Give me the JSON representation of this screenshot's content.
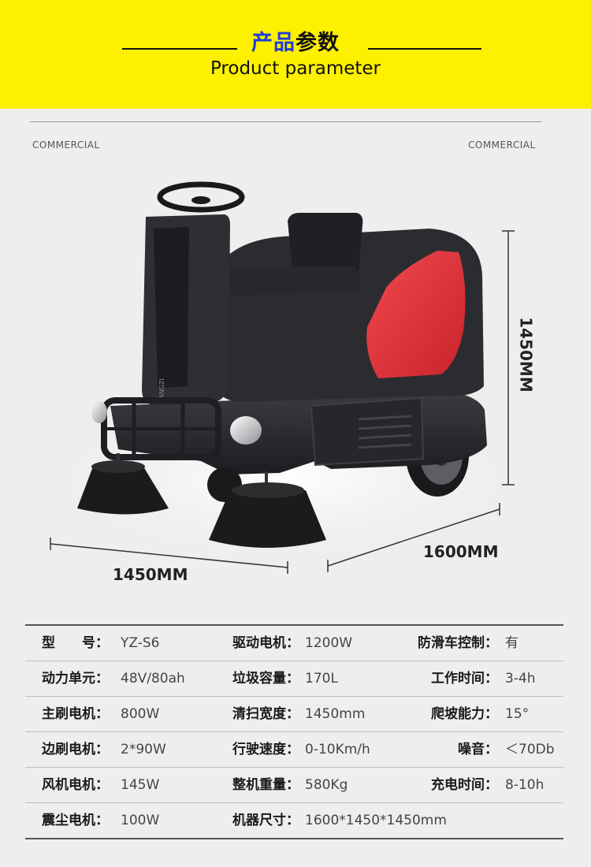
{
  "header": {
    "title_accent": "产品",
    "title_rest": "参数",
    "subtitle": "Product parameter",
    "background_color": "#fdf000",
    "accent_color": "#1f3bd9"
  },
  "showcase": {
    "left_tag": "COMMERCIAL",
    "right_tag": "COMMERCIAL",
    "brand_mark": "YANGZI",
    "dimension_width": "1450MM",
    "dimension_length": "1600MM",
    "dimension_height": "1450MM",
    "body_accent_color": "#e8343c"
  },
  "specs": {
    "rows": [
      [
        {
          "label": "型　　号：",
          "value": "YZ-S6"
        },
        {
          "label": "驱动电机：",
          "value": "1200W"
        },
        {
          "label": "防滑车控制：",
          "value": "有"
        }
      ],
      [
        {
          "label": "动力单元：",
          "value": "48V/80ah"
        },
        {
          "label": "垃圾容量：",
          "value": "170L"
        },
        {
          "label": "工作时间：",
          "value": "3-4h"
        }
      ],
      [
        {
          "label": "主刷电机：",
          "value": "800W"
        },
        {
          "label": "清扫宽度：",
          "value": "1450mm"
        },
        {
          "label": "爬坡能力：",
          "value": "15°"
        }
      ],
      [
        {
          "label": "边刷电机：",
          "value": "2*90W"
        },
        {
          "label": "行驶速度：",
          "value": "0-10Km/h"
        },
        {
          "label": "噪音：",
          "value": "＜70Db"
        }
      ],
      [
        {
          "label": "风机电机：",
          "value": "145W"
        },
        {
          "label": "整机重量：",
          "value": "580Kg"
        },
        {
          "label": "充电时间：",
          "value": "8-10h"
        }
      ],
      [
        {
          "label": "震尘电机：",
          "value": "100W"
        },
        {
          "label": "机器尺寸：",
          "value": "1600*1450*1450mm"
        },
        {
          "label": "",
          "value": ""
        }
      ]
    ]
  }
}
